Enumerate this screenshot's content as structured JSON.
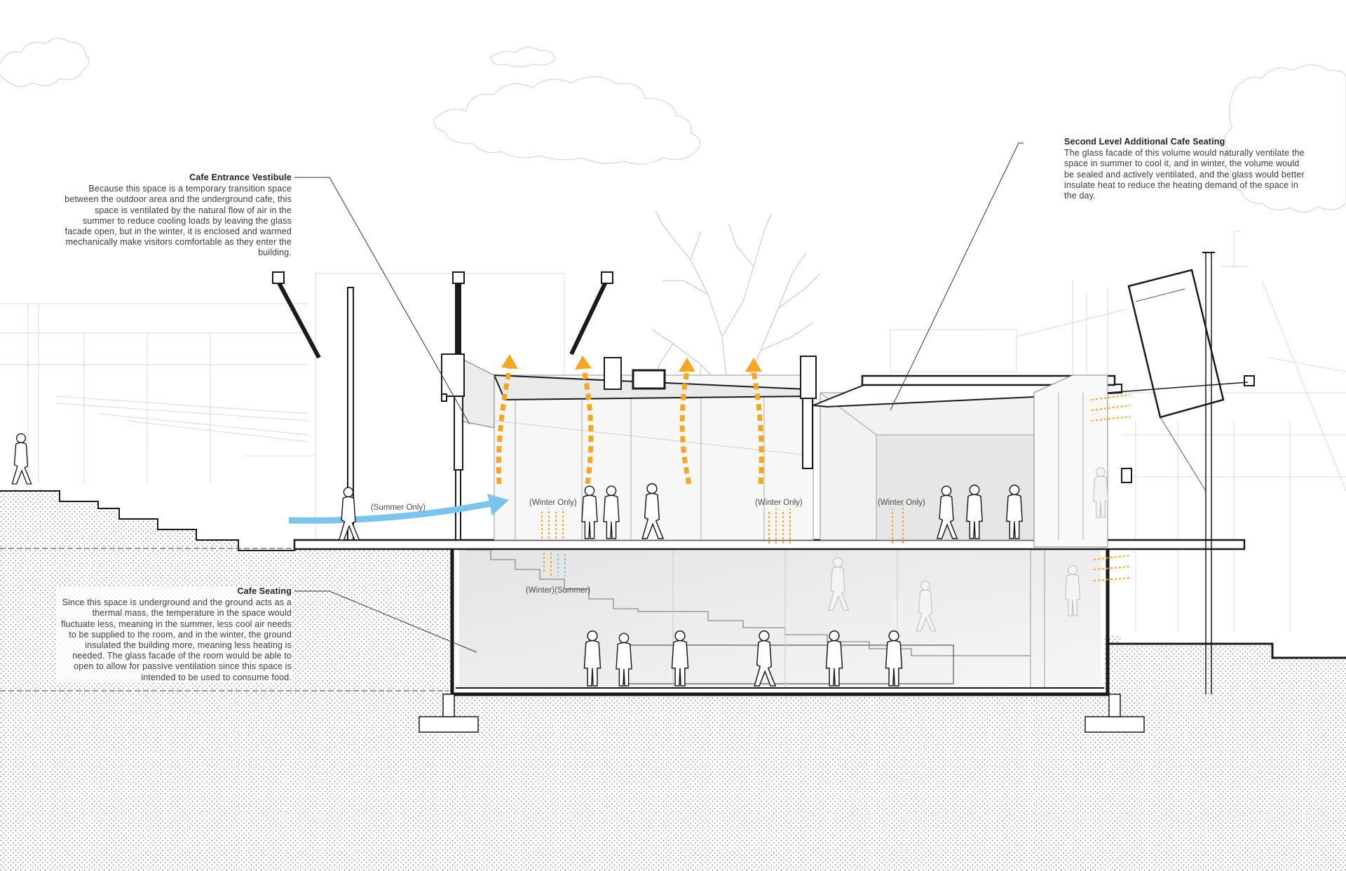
{
  "annotations": {
    "vestibule": {
      "title": "Cafe Entrance Vestibule",
      "body": "Because this space is a temporary transition space between the outdoor area and the underground cafe, this space is ventilated by the natural flow of air in the summer to reduce cooling loads by leaving the glass facade open, but in the winter, it is enclosed and warmed mechanically make visitors comfortable as they enter the building."
    },
    "second_level": {
      "title": "Second Level Additional Cafe Seating",
      "body": "The glass facade of this volume would naturally ventilate the space in summer to cool it, and in winter, the volume would be sealed and actively ventilated, and the glass would better insulate heat to reduce the heating demand of the space in the day."
    },
    "cafe_seating": {
      "title": "Cafe Seating",
      "body": "Since this space is underground and the ground acts as a thermal mass, the temperature in the space would fluctuate less, meaning in the summer, less cool air needs to be supplied to the room, and in the winter, the ground insulated the building more, meaning less heating is needed. The glass facade of the room would be able to open to allow for passive ventilation since this space is intended to be used to consume food."
    }
  },
  "flow_labels": {
    "summer_only": "(Summer Only)",
    "winter_only_1": "(Winter Only)",
    "winter_only_2": "(Winter Only)",
    "winter_only_3": "(Winter Only)",
    "winter": "(Winter)",
    "summer": "(Summer)"
  },
  "colors": {
    "warm_air": "#f5a623",
    "cool_air": "#7cc4ec",
    "linework": "#1a1a1a",
    "light_linework": "#c4c4c4",
    "earth_dots": "#6e6e6e",
    "interior_fill": "#ececec"
  }
}
